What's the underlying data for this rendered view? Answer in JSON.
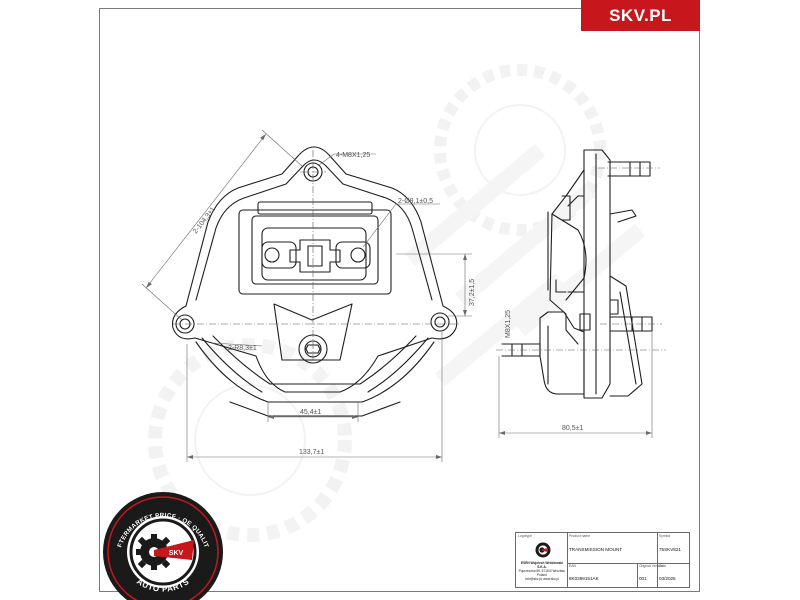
{
  "brand": {
    "badge_text": "SKV.PL",
    "badge_color": "#c8161d"
  },
  "seal": {
    "ring_text_top": "AFTERMARKET PRICE · OE QUALITY",
    "ring_text_bottom": "AUTO PARTS",
    "center_text": "SKV",
    "colors": {
      "ring": "#1a1a1a",
      "red": "#c8161d"
    }
  },
  "dimensions": {
    "thread_top": "4-M8X1,25",
    "hole_dia": "2-Ø9,1±0,5",
    "diag_length": "2-104,3±1",
    "radius": "2-R8,3±1",
    "height_right": "37,2±1,5",
    "side_thread": "M8X1,25",
    "inner_width": "45,4±1",
    "total_width": "133,7±1",
    "side_width": "80,5±1"
  },
  "title_block": {
    "logo_label": "Logotype",
    "product_label": "Product name",
    "product_value": "TRANSMISSION MOUNT",
    "symbol_label": "Symbol",
    "symbol_value": "75SKV821",
    "company_line1": "ESEN Wojciech Wróblewski S.K.A.",
    "company_line2": "Poprzeczna 69, 57-800 Wrocław, Poland",
    "company_line3": "info@skv.pl; www.skv.pl",
    "ean_label": "EAN",
    "ean_value": "8K0399151AK",
    "version_label": "Original Version",
    "version_value": "001",
    "date_label": "Date",
    "date_value": "03/2025"
  }
}
